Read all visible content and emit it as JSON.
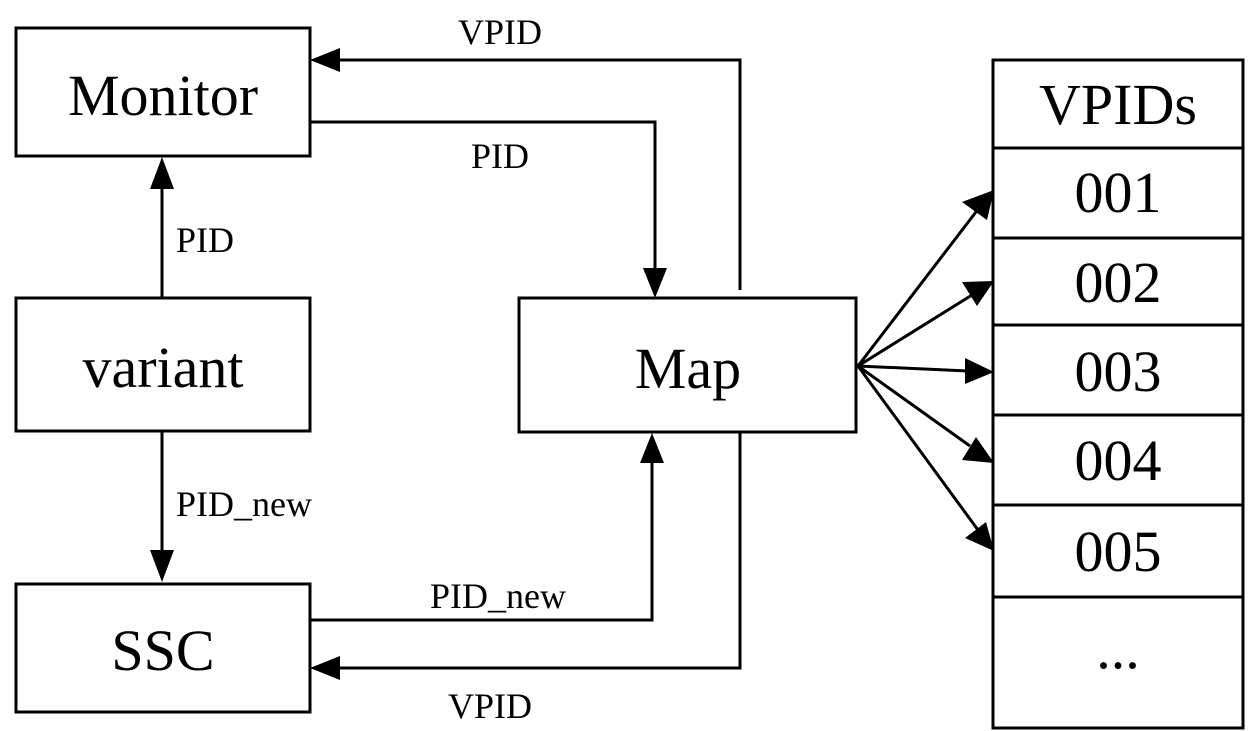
{
  "nodes": {
    "monitor": "Monitor",
    "variant": "variant",
    "ssc": "SSC",
    "map": "Map"
  },
  "edges": {
    "map_to_monitor": "VPID",
    "monitor_to_map": "PID",
    "variant_to_monitor": "PID",
    "variant_to_ssc": "PID_new",
    "ssc_to_map": "PID_new",
    "map_to_ssc": "VPID"
  },
  "vpid_table": {
    "header": "VPIDs",
    "rows": [
      "001",
      "002",
      "003",
      "004",
      "005",
      "..."
    ]
  }
}
